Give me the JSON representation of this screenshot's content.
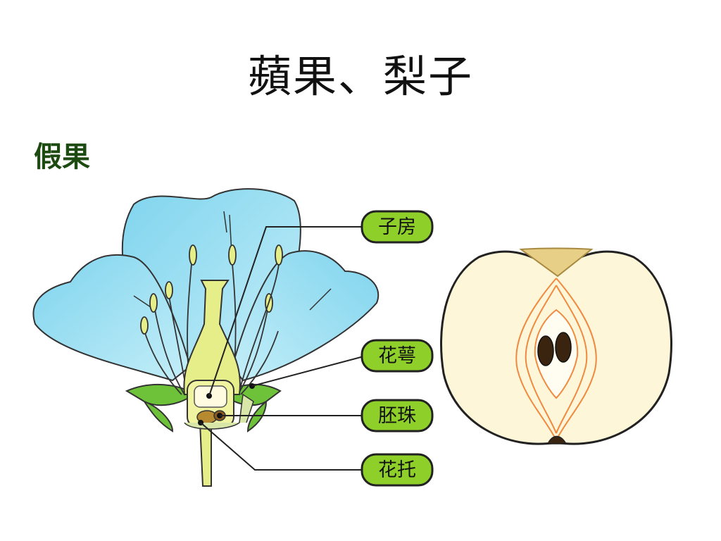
{
  "slide": {
    "title": "蘋果、梨子",
    "subtitle": "假果"
  },
  "diagram": {
    "labels": {
      "ovary": "子房",
      "sepal": "花萼",
      "ovule": "胚珠",
      "receptacle": "花托"
    }
  },
  "colors": {
    "petal": "#8fd8ee",
    "label_pill": "#8fcf2a",
    "subtitle": "#1c4a10",
    "apple_flesh": "#fdf6d8"
  }
}
